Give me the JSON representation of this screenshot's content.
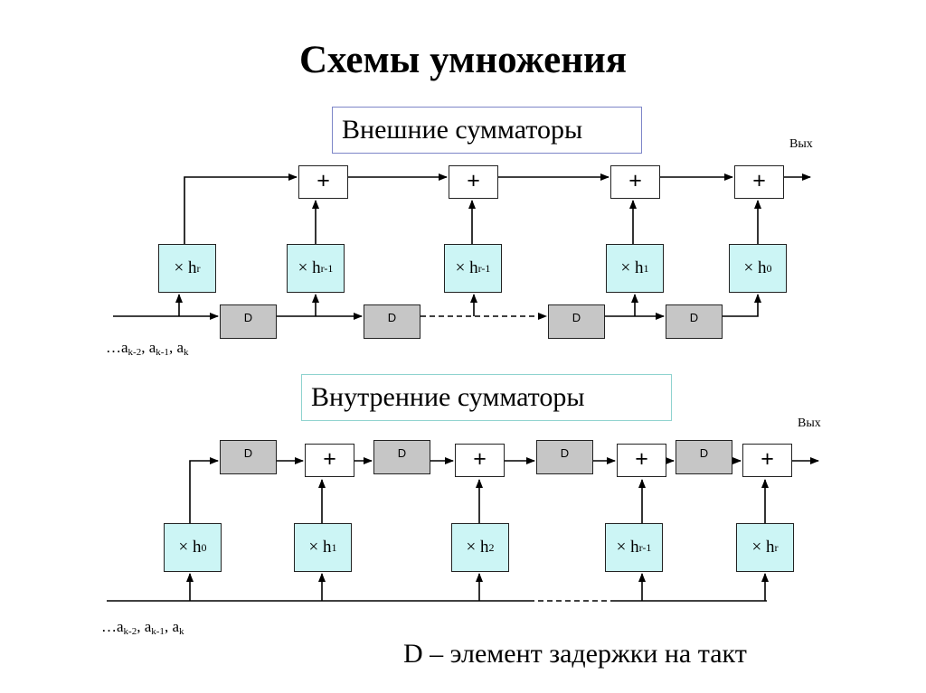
{
  "title": "Схемы умножения",
  "outer": {
    "heading": "Внешние сумматоры",
    "output_label": "Вых",
    "sum_symbol": "+",
    "delay_label": "D",
    "mult_prefix": "× h",
    "multipliers": [
      "r",
      "r-1",
      "r-1",
      "1",
      "0"
    ],
    "input_sequence": {
      "prefix": "…a",
      "terms": [
        {
          "sub": "k-2",
          "sep": ", a"
        },
        {
          "sub": "k-1",
          "sep": ", a"
        },
        {
          "sub": "k",
          "sep": ""
        }
      ]
    }
  },
  "inner": {
    "heading": "Внутренние сумматоры",
    "output_label": "Вых",
    "sum_symbol": "+",
    "delay_label": "D",
    "mult_prefix": "× h",
    "multipliers": [
      "0",
      "1",
      "2",
      "r-1",
      "r"
    ],
    "input_sequence": {
      "prefix": "…a",
      "terms": [
        {
          "sub": "k-2",
          "sep": ", a"
        },
        {
          "sub": "k-1",
          "sep": ", a"
        },
        {
          "sub": "k",
          "sep": ""
        }
      ]
    }
  },
  "legend": "D – элемент задержки на такт"
}
